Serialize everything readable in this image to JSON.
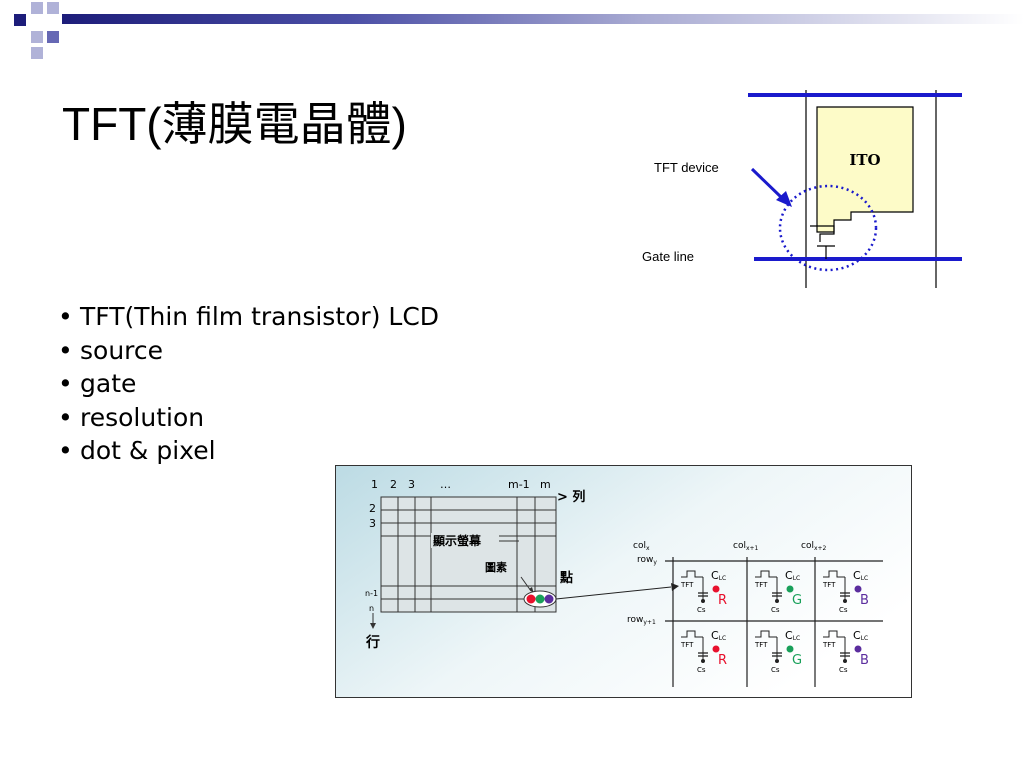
{
  "slide": {
    "title_prefix": "TFT(",
    "title_cjk": "薄膜電晶體",
    "title_suffix": ")",
    "bullets": [
      "TFT(Thin film transistor) LCD",
      "source",
      "gate",
      "resolution",
      "dot & pixel"
    ]
  },
  "tft_diagram": {
    "ito_label": "ITO",
    "device_label": "TFT device",
    "gate_label": "Gate line"
  },
  "lcd_diagram": {
    "col_numbers": [
      "1",
      "2",
      "3",
      "…",
      "m-1",
      "m"
    ],
    "column_arrow_label": "> 列",
    "row_numbers": [
      "2",
      "3",
      "n-1",
      "n"
    ],
    "row_label": "行",
    "screen_label": "顯示螢幕",
    "pixel_label": "圖素",
    "dot_label": "點",
    "col_headers": [
      {
        "base": "col",
        "sub": "x"
      },
      {
        "base": "col",
        "sub": "x+1"
      },
      {
        "base": "col",
        "sub": "x+2"
      }
    ],
    "row_headers": [
      {
        "base": "row",
        "sub": "y"
      },
      {
        "base": "row",
        "sub": "y+1"
      }
    ],
    "cell_tft": "TFT",
    "cell_clc": "C",
    "cell_clc_sub": "LC",
    "cell_cs": "Cs",
    "rgb": [
      "R",
      "G",
      "B"
    ],
    "colors": {
      "r": "#e8112d",
      "g": "#19a05a",
      "b": "#5b2d9e"
    }
  }
}
